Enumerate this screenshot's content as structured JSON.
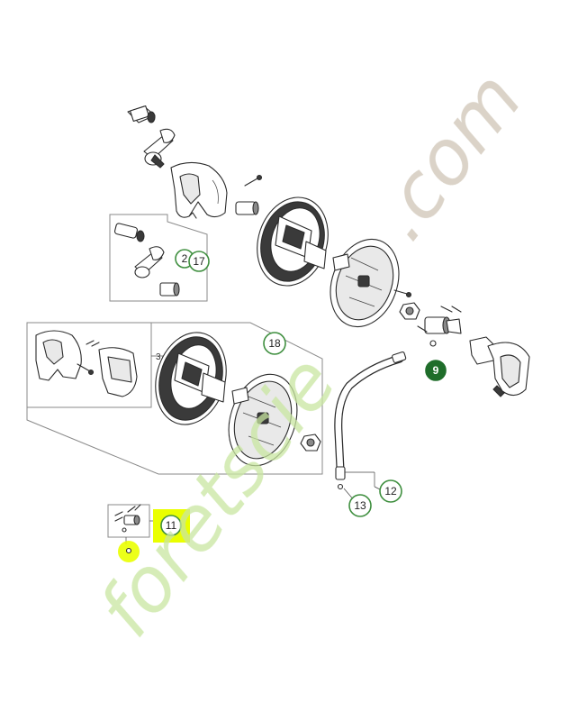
{
  "callouts": {
    "c2": "2",
    "c17": "17",
    "c3": "3",
    "c18": "18",
    "c9": "9",
    "c12": "12",
    "c13": "13",
    "c11": "11"
  },
  "watermark": {
    "text_green": "foretscie",
    "text_grey": ".com"
  },
  "colors": {
    "bubble_stroke": "#3f8f3f",
    "bubble_filled": "#1f6d2a",
    "highlight_yellow": "#eaff00",
    "watermark_green": "#c8e6a0",
    "watermark_grey": "#cfc5b6"
  }
}
